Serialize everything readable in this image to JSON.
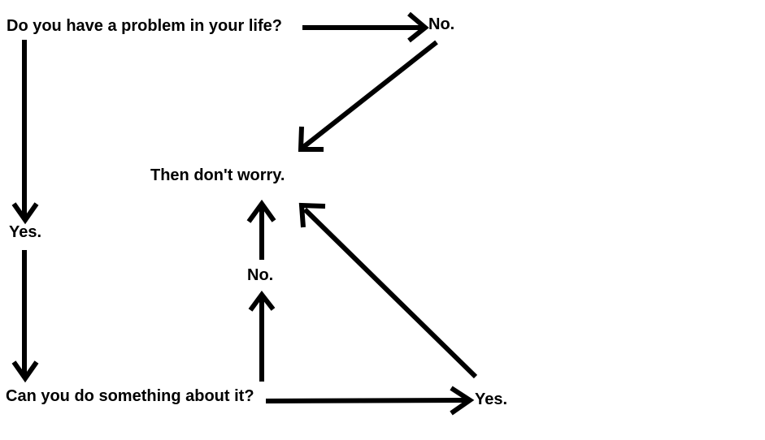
{
  "page": {
    "background_color": "#ffffff",
    "ink_color": "#000000"
  },
  "diagram": {
    "type": "flowchart",
    "nodes": [
      {
        "id": "question-1",
        "label": "Do you have a problem in your life?"
      },
      {
        "id": "answer-no-1",
        "label": "No."
      },
      {
        "id": "then-dont-worry",
        "label": "Then don't worry."
      },
      {
        "id": "answer-yes-1",
        "label": "Yes."
      },
      {
        "id": "answer-no-2",
        "label": "No."
      },
      {
        "id": "question-2",
        "label": "Can you do something about it?"
      },
      {
        "id": "answer-yes-2",
        "label": "Yes."
      }
    ],
    "edges": [
      {
        "from": "question-1",
        "to": "answer-no-1",
        "direction": "right"
      },
      {
        "from": "answer-no-1",
        "to": "then-dont-worry",
        "direction": "down-left"
      },
      {
        "from": "question-1",
        "to": "answer-yes-1",
        "direction": "down"
      },
      {
        "from": "answer-yes-1",
        "to": "question-2",
        "direction": "down"
      },
      {
        "from": "question-2",
        "to": "answer-no-2",
        "direction": "up"
      },
      {
        "from": "answer-no-2",
        "to": "then-dont-worry",
        "direction": "up"
      },
      {
        "from": "question-2",
        "to": "answer-yes-2",
        "direction": "right"
      },
      {
        "from": "answer-yes-2",
        "to": "then-dont-worry",
        "direction": "up-left"
      }
    ]
  }
}
